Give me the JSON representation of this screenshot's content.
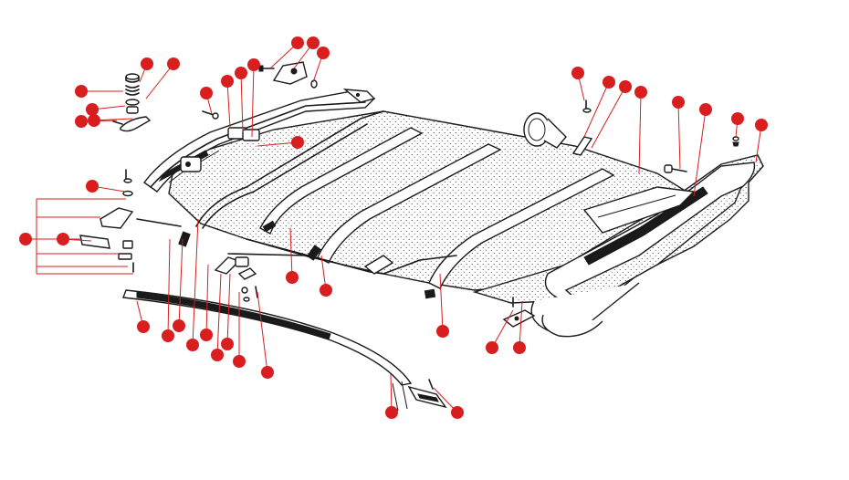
{
  "colors": {
    "callout": "#d81e1e",
    "ink": "#1a1a1a",
    "background": "#ffffff"
  },
  "callouts": [
    {
      "part": "screw-stack-top",
      "dot": [
        161,
        70
      ],
      "target": [
        153,
        90
      ]
    },
    {
      "part": "screw-stack-2",
      "dot": [
        190,
        70
      ],
      "target": [
        160,
        108
      ]
    },
    {
      "part": "spring",
      "dot": [
        89,
        100
      ],
      "target": [
        135,
        100
      ]
    },
    {
      "part": "washer-spring",
      "dot": [
        101,
        120
      ],
      "target": [
        137,
        116
      ]
    },
    {
      "part": "pin",
      "dot": [
        89,
        133
      ],
      "target": [
        128,
        132
      ]
    },
    {
      "part": "latch-hook",
      "dot": [
        103,
        132
      ],
      "target": [
        145,
        130
      ]
    },
    {
      "part": "screw-washer-left",
      "dot": [
        226,
        102
      ],
      "target": [
        232,
        125
      ]
    },
    {
      "part": "front-rail-bracket-a",
      "dot": [
        249,
        89
      ],
      "target": [
        252,
        140
      ]
    },
    {
      "part": "front-rail-bracket-b",
      "dot": [
        264,
        80
      ],
      "target": [
        266,
        145
      ]
    },
    {
      "part": "front-rail-bracket-c",
      "dot": [
        278,
        71
      ],
      "target": [
        276,
        150
      ]
    },
    {
      "part": "hinge-screw",
      "dot": [
        326,
        47
      ],
      "target": [
        296,
        75
      ]
    },
    {
      "part": "hinge-plate",
      "dot": [
        343,
        47
      ],
      "target": [
        322,
        75
      ]
    },
    {
      "part": "hinge-washer",
      "dot": [
        354,
        58
      ],
      "target": [
        343,
        90
      ]
    },
    {
      "part": "center-screw",
      "dot": [
        326,
        156
      ],
      "target": [
        282,
        160
      ]
    },
    {
      "part": "side-screw-washer",
      "dot": [
        101,
        204
      ],
      "target": [
        137,
        210
      ]
    },
    {
      "part": "bracket-group",
      "dot": [
        28,
        262
      ],
      "target": [
        44,
        262
      ]
    },
    {
      "part": "side-strap",
      "dot": [
        69,
        262
      ],
      "target": [
        100,
        264
      ]
    },
    {
      "part": "weatherstrip",
      "dot": [
        157,
        358
      ],
      "target": [
        150,
        330
      ]
    },
    {
      "part": "clip-a",
      "dot": [
        184,
        368
      ],
      "target": [
        186,
        262
      ]
    },
    {
      "part": "clip-b",
      "dot": [
        196,
        357
      ],
      "target": [
        200,
        262
      ]
    },
    {
      "part": "bow-end-a",
      "dot": [
        211,
        378
      ],
      "target": [
        217,
        240
      ]
    },
    {
      "part": "bow-end-b",
      "dot": [
        226,
        367
      ],
      "target": [
        228,
        290
      ]
    },
    {
      "part": "pivot-link",
      "dot": [
        238,
        389
      ],
      "target": [
        242,
        300
      ]
    },
    {
      "part": "pivot-plate",
      "dot": [
        249,
        377
      ],
      "target": [
        252,
        300
      ]
    },
    {
      "part": "pivot-screw",
      "dot": [
        262,
        396
      ],
      "target": [
        262,
        320
      ]
    },
    {
      "part": "pivot-nut",
      "dot": [
        293,
        408
      ],
      "target": [
        282,
        320
      ]
    },
    {
      "part": "bow-2",
      "dot": [
        320,
        304
      ],
      "target": [
        318,
        250
      ]
    },
    {
      "part": "bow-3",
      "dot": [
        357,
        318
      ],
      "target": [
        352,
        280
      ]
    },
    {
      "part": "bow-4",
      "dot": [
        485,
        363
      ],
      "target": [
        482,
        300
      ]
    },
    {
      "part": "rear-channel-a",
      "dot": [
        429,
        452
      ],
      "target": [
        428,
        410
      ]
    },
    {
      "part": "rear-channel-b",
      "dot": [
        501,
        452
      ],
      "target": [
        475,
        425
      ]
    },
    {
      "part": "rear-bracket-a",
      "dot": [
        539,
        381
      ],
      "target": [
        562,
        340
      ]
    },
    {
      "part": "rear-bracket-b",
      "dot": [
        569,
        381
      ],
      "target": [
        572,
        330
      ]
    },
    {
      "part": "rear-screw",
      "dot": [
        633,
        80
      ],
      "target": [
        640,
        110
      ]
    },
    {
      "part": "tension-strap-a",
      "dot": [
        667,
        90
      ],
      "target": [
        640,
        150
      ]
    },
    {
      "part": "tension-strap-b",
      "dot": [
        685,
        95
      ],
      "target": [
        648,
        162
      ]
    },
    {
      "part": "rear-fabric-panel",
      "dot": [
        702,
        101
      ],
      "target": [
        700,
        190
      ]
    },
    {
      "part": "rear-bolt",
      "dot": [
        743,
        112
      ],
      "target": [
        745,
        185
      ]
    },
    {
      "part": "rear-window",
      "dot": [
        773,
        120
      ],
      "target": [
        760,
        215
      ]
    },
    {
      "part": "rear-clip-screw",
      "dot": [
        808,
        130
      ],
      "target": [
        806,
        150
      ]
    },
    {
      "part": "folded-top-rear",
      "dot": [
        834,
        137
      ],
      "target": [
        828,
        178
      ]
    }
  ]
}
